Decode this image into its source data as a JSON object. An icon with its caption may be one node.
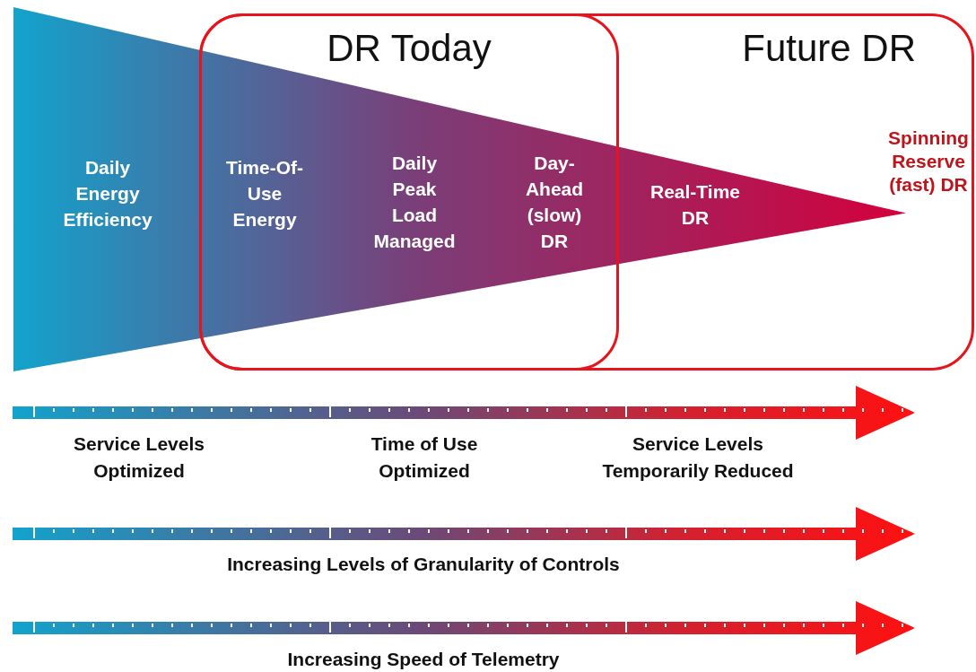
{
  "diagram": {
    "nodes": [
      {
        "text": [],
        "shape": "triangle"
      },
      {
        "text": [
          "Future DR"
        ]
      },
      {
        "text": [
          "DR Today"
        ],
        "in": 1
      },
      {
        "text": [
          "Daily Energy Efficiency"
        ],
        "in": 0
      },
      {
        "text": [
          "Time-Of-Use Energy"
        ],
        "in": 2
      },
      {
        "text": [
          "Daily Peak Load Managed"
        ],
        "in": 2
      },
      {
        "text": [
          "Day-Ahead (slow) DR"
        ],
        "in": 2
      },
      {
        "text": [
          "Real-Time DR"
        ],
        "in": 1
      },
      {
        "text": [
          "Spinning Reserve (fast) DR"
        ],
        "in": 1
      }
    ],
    "edges": [],
    "labels": [
      "Service Levels Optimized",
      "Time of Use Optimized",
      "Service Levels Temporarily Reduced",
      "Increasing Levels of Granularity of Controls",
      "Increasing Speed of Telemetry"
    ]
  }
}
